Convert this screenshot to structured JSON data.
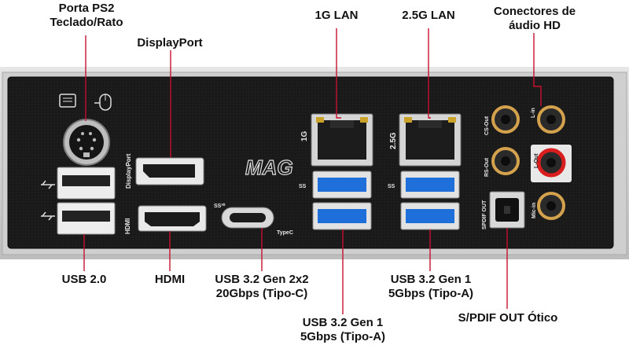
{
  "callouts": {
    "ps2": [
      "Porta PS2",
      "Teclado/Rato"
    ],
    "displayport": "DisplayPort",
    "lan1g": "1G LAN",
    "lan25g": "2.5G LAN",
    "audio": [
      "Conectores de",
      "áudio HD"
    ],
    "usb20": "USB 2.0",
    "hdmi": "HDMI",
    "usbc": [
      "USB 3.2 Gen 2x2",
      "20Gbps (Tipo-C)"
    ],
    "usb_gen1_right": [
      "USB 3.2 Gen 1",
      "5Gbps (Tipo-A)"
    ],
    "usb_gen1_center": [
      "USB 3.2 Gen 1",
      "5Gbps (Tipo-A)"
    ],
    "spdif": "S/PDIF OUT Ótico"
  },
  "plate": {
    "brand": "MAG",
    "displayport_label": "DisplayPort",
    "hdmi_label": "HDMI",
    "typec_label": "TypeC",
    "lan1g_label": "1G",
    "lan25g_label": "2.5G",
    "ss_label": "SS",
    "ss20_label": "SS²⁰",
    "spdif_label": "SPDIF OUT",
    "cs_out": "CS-Out",
    "rs_out": "RS-Out",
    "l_in": "L-in",
    "l_out": "L-Out",
    "mic_in": "Mic-in"
  },
  "colors": {
    "leader_line": "#c8102e",
    "plate": "#1c1c1c",
    "usb3_blue": "#1e6fd9",
    "audio_gold": "#d4a24c",
    "audio_red": "#d81e1e"
  }
}
